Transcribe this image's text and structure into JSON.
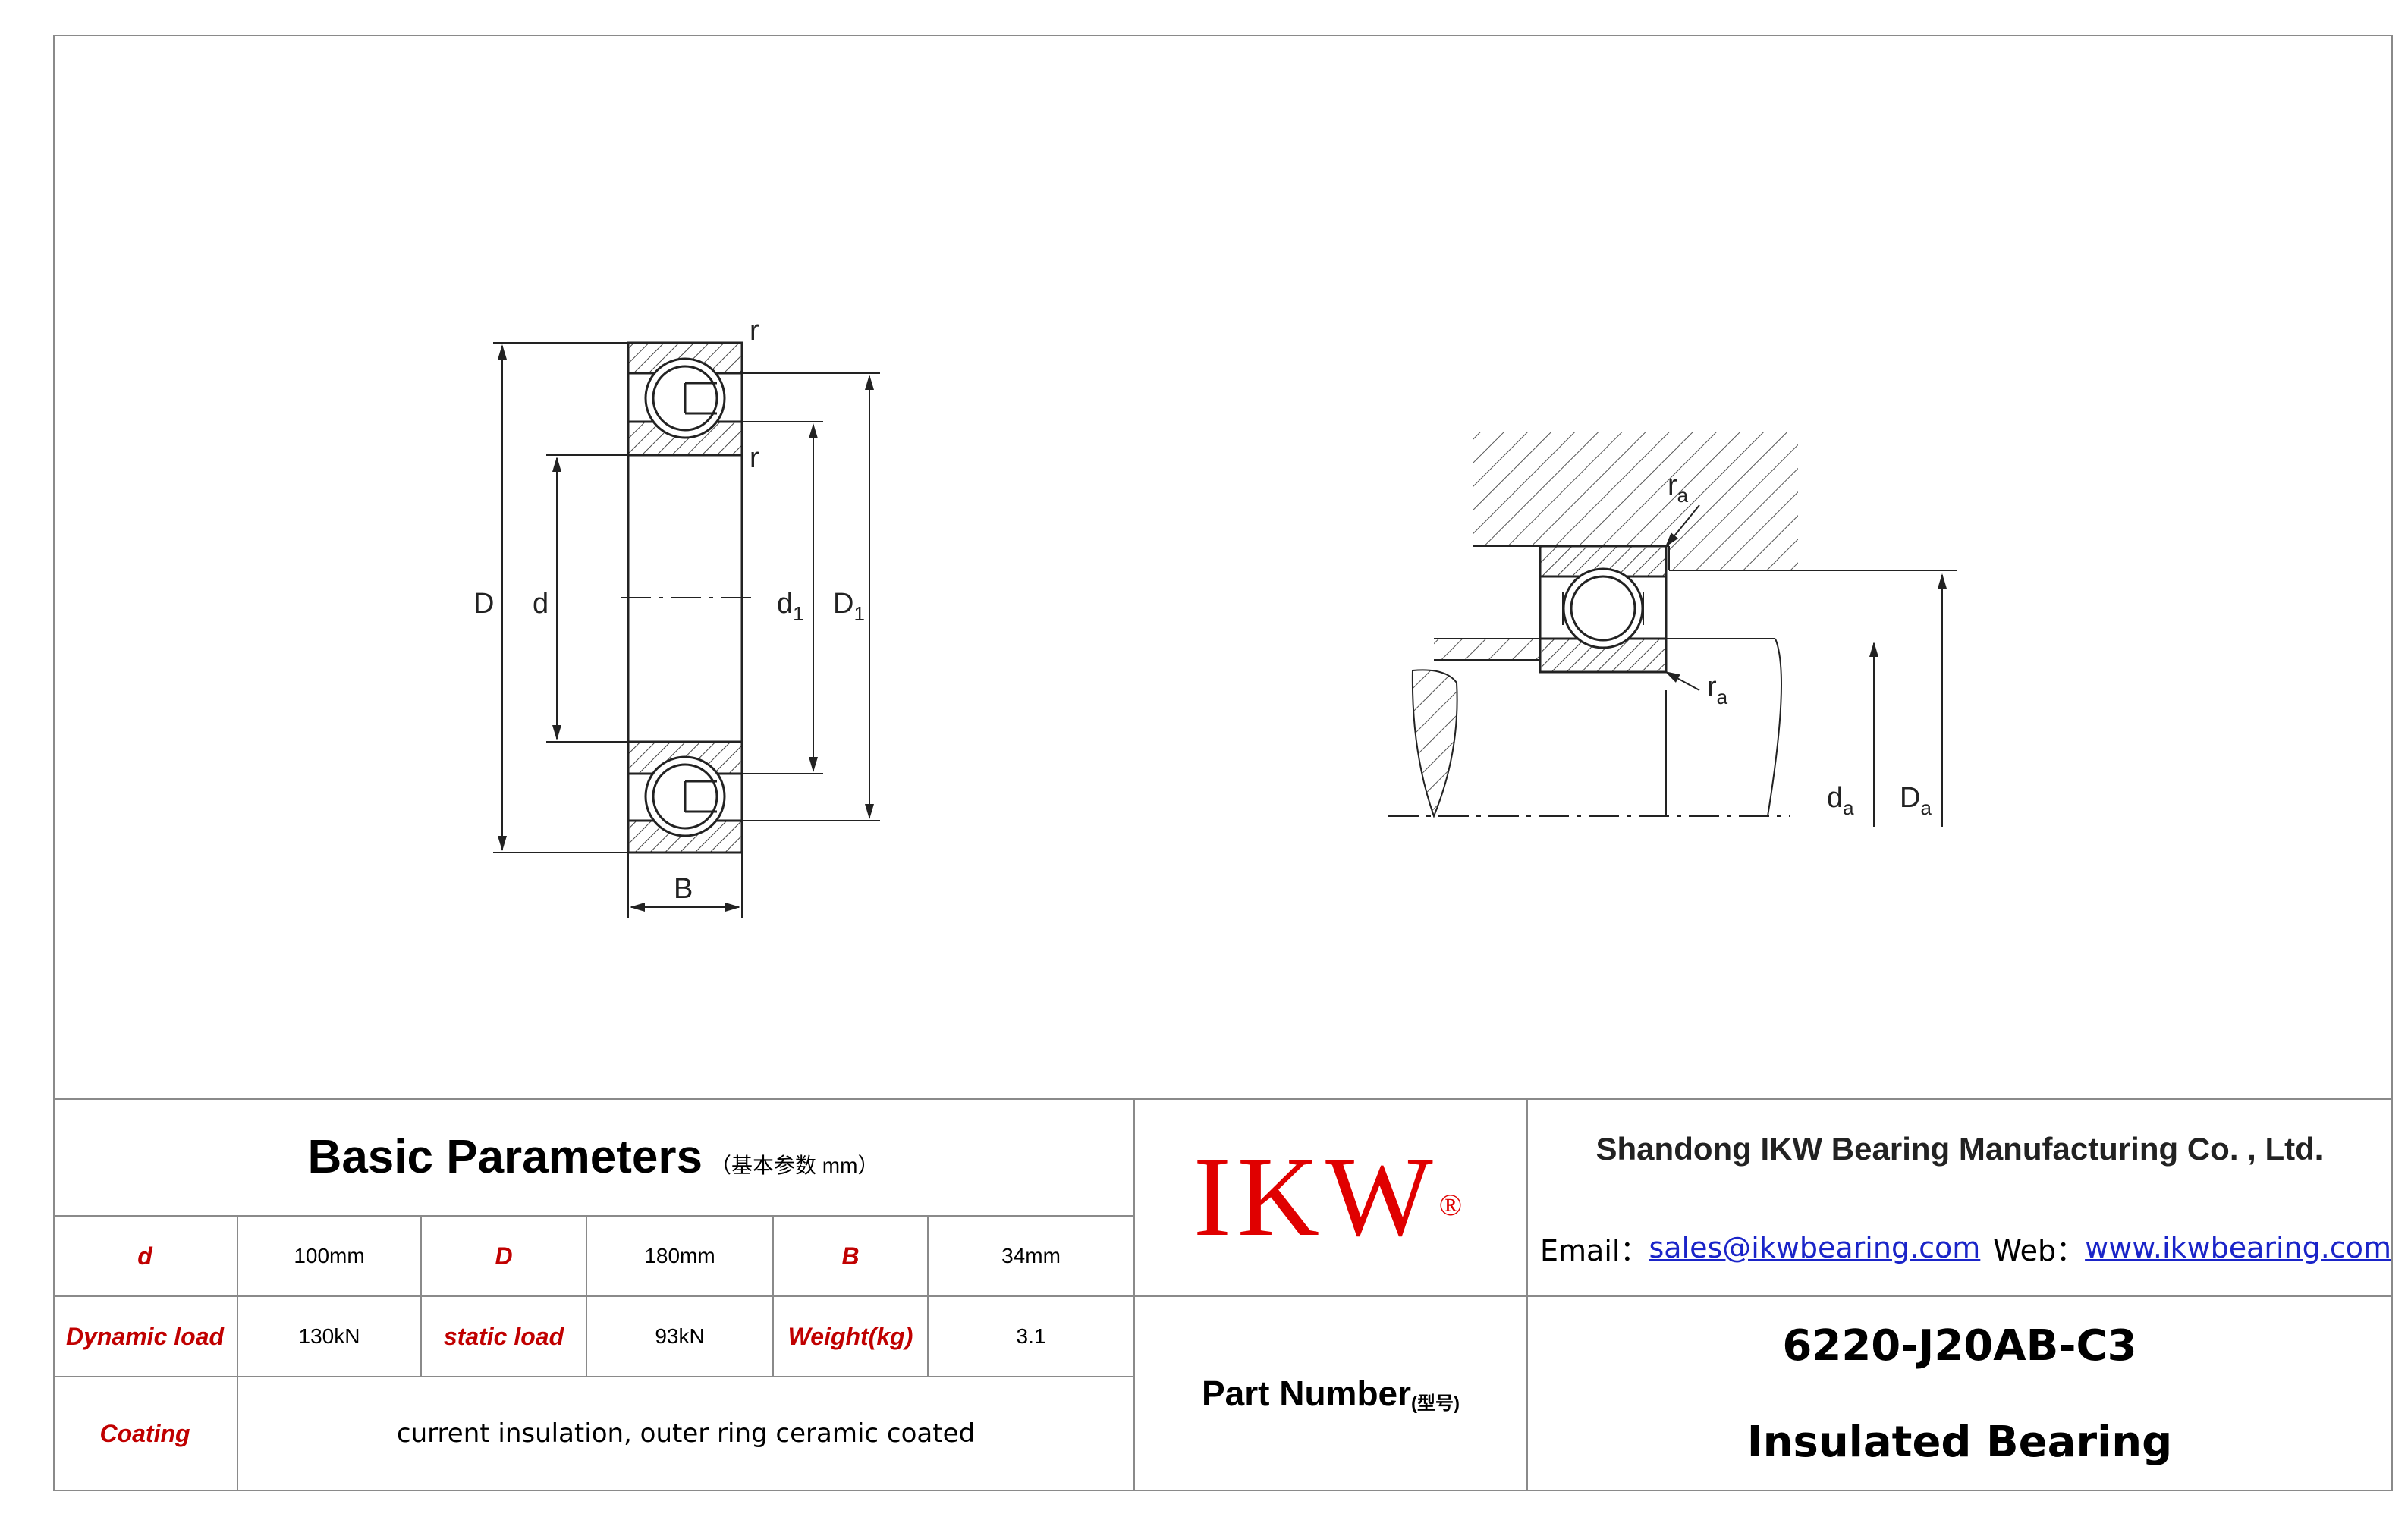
{
  "drawing": {
    "left_labels": [
      "D",
      "d",
      "d1",
      "D1",
      "r",
      "r",
      "B"
    ],
    "right_labels": [
      "ra",
      "ra",
      "da",
      "Da"
    ]
  },
  "params": {
    "title": "Basic Parameters",
    "title_sub": "（基本参数 mm）",
    "d_label": "d",
    "d_value": "100mm",
    "D_label": "D",
    "D_value": "180mm",
    "B_label": "B",
    "B_value": "34mm",
    "dyn_label": "Dynamic load",
    "dyn_value": "130kN",
    "static_label": "static load",
    "static_value": "93kN",
    "weight_label": "Weight(kg)",
    "weight_value": "3.1",
    "coating_label": "Coating",
    "coating_value": "current insulation, outer ring ceramic coated"
  },
  "logo": {
    "text": "IKW",
    "mark": "®",
    "color": "#e00000"
  },
  "company": {
    "name": "Shandong IKW Bearing Manufacturing Co. , Ltd.",
    "email_label": "Email：",
    "email": "sales@ikwbearing.com",
    "web_label": "Web：",
    "web": "www.ikwbearing.com"
  },
  "part": {
    "label": "Part Number",
    "label_sub": "(型号)",
    "number": "6220-J20AB-C3",
    "type": "Insulated Bearing"
  },
  "colors": {
    "key_red": "#c00000",
    "link_blue": "#1a24c8",
    "border": "#8a8a8a"
  }
}
